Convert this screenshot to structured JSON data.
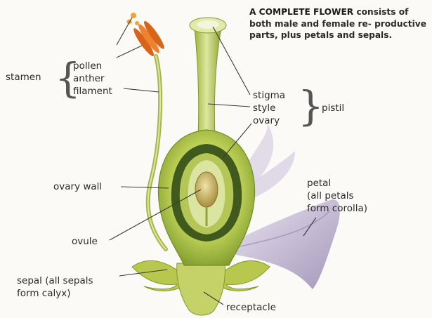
{
  "caption": {
    "heading": "A COMPLETE FLOWER",
    "text": "consists of both male and female re- productive parts, plus petals and sepals."
  },
  "labels": {
    "stamen": "stamen",
    "pollen": "pollen",
    "anther": "anther",
    "filament": "filament",
    "stigma": "stigma",
    "style": "style",
    "ovary": "ovary",
    "pistil": "pistil",
    "ovary_wall": "ovary wall",
    "petal_line1": "petal",
    "petal_line2": "(all petals",
    "petal_line3": "form corolla)",
    "ovule": "ovule",
    "sepal_line1": "sepal (all sepals",
    "sepal_line2": "form calyx)",
    "receptacle": "receptacle"
  },
  "colors": {
    "leader": "#3a3a3a",
    "tissue_light": "#d9e39a",
    "tissue_mid": "#b6c84e",
    "tissue_dark": "#6e8a25",
    "ovary_cavity": "#3f5a1c",
    "ovule": "#c9b46a",
    "anther": "#e8731f",
    "pollen": "#f2a23a",
    "petal": "#c9bfd6"
  }
}
